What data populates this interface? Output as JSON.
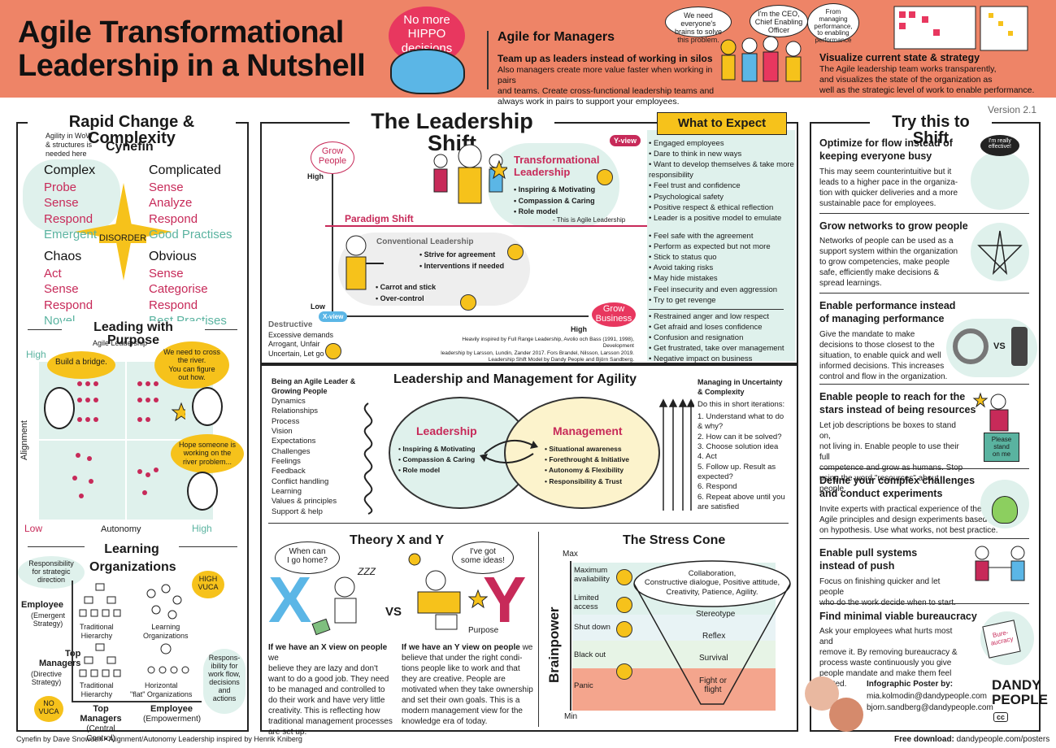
{
  "header": {
    "title": "Agile Transformational\nLeadership in a Nutshell",
    "hippo": "No more\nHIPPO\ndecisions",
    "managers_title": "Agile for Managers",
    "managers_sub": "Team up as leaders instead of working in silos",
    "managers_text": "Also managers create more value faster when working in pairs\nand teams. Create cross-functional leadership teams and\nalways work in pairs to support your employees.",
    "bubble1": "We need everyone's\nbrains to solve\nthis problem.",
    "bubble2": "I'm the CEO,\nChief Enabling\nOfficer",
    "bubble3": "From\nmanaging\nperformance,\nto enabling\nperformance",
    "visualize_title": "Visualize current state & strategy",
    "visualize_text": "The Agile leadership team works transparently,\nand visualizes the state of the organization as\nwell as the strategic level of work to enable performance.",
    "version": "Version 2.1"
  },
  "left": {
    "title": "Rapid Change & Complexity",
    "note": "Agility in WoW\n& structures is\nneeded here",
    "cynefin": "Cynefin",
    "complex": {
      "name": "Complex",
      "steps": [
        "Probe",
        "Sense",
        "Respond"
      ],
      "practice": "Emergent"
    },
    "complicated": {
      "name": "Complicated",
      "steps": [
        "Sense",
        "Analyze",
        "Respond"
      ],
      "practice": "Good Practises"
    },
    "chaos": {
      "name": "Chaos",
      "steps": [
        "Act",
        "Sense",
        "Respond"
      ],
      "practice": "Novel"
    },
    "obvious": {
      "name": "Obvious",
      "steps": [
        "Sense",
        "Categorise",
        "Respond"
      ],
      "practice": "Best Practises"
    },
    "disorder": "DISORDER",
    "purpose_title": "Leading with Purpose",
    "agile_leadership": "Agile Leadership",
    "high": "High",
    "low": "Low",
    "high2": "High",
    "alignment": "Alignment",
    "autonomy": "Autonomy",
    "build_bridge": "Build a bridge.",
    "cross_river": "We need to cross\nthe river.\nYou can figure\nout how.",
    "hope": "Hope someone is\nworking on the\nriver problem...",
    "learning_title": "Learning\nOrganizations",
    "resp_strategic": "Responsibility\nfor strategic\ndirection",
    "high_vuca": "HIGH\nVUCA",
    "employee": "Employee",
    "employee_sub": "(Emergent\nStrategy)",
    "top_managers": "Top\nManagers",
    "top_sub": "(Directive\nStrategy)",
    "trad1": "Traditional\nHierarchy",
    "learning_org": "Learning\nOrganizations",
    "trad2": "Traditional\nHierarchy",
    "horizontal": "Horizontal\n\"flat\" Organizations",
    "resp_flow": "Respons-\nibility for\nwork flow,\ndecisions\nand\nactions",
    "no_vuca": "NO\nVUCA",
    "top_axis": "Top Managers",
    "top_axis_sub": "(Central Control)",
    "emp_axis": "Employee",
    "emp_axis_sub": "(Empowerment)"
  },
  "shift": {
    "title": "The Leadership Shift",
    "grow_people": "Grow\nPeople",
    "grow_business": "Grow\nBusiness",
    "high": "High",
    "low": "Low",
    "high_x": "High",
    "yview": "Y-view",
    "xview": "X-view",
    "transformational": "Transformational\nLeadership",
    "t_items": [
      "Inspiring & Motivating",
      "Compassion & Caring",
      "Role model"
    ],
    "agile_note": "- This is Agile Leadership",
    "paradigm": "Paradigm Shift",
    "conventional": "Conventional Leadership",
    "c_items": [
      "Strive for agreement",
      "Interventions if needed"
    ],
    "c_items2": [
      "Carrot and stick",
      "Over-control"
    ],
    "destructive": "Destructive",
    "d_text": "Excessive demands\nArrogant, Unfair\nUncertain, Let go",
    "credit": "Heavily inspired by Full Range Leadership, Avolio och Bass (1991, 1998), Development\nleadership by Larsson, Lundin, Zander 2017. Fors Brandel, Nilsson, Larsson 2019.\nLeadership Shift Model by Dandy People and Björn Sandberg."
  },
  "expect": {
    "title": "What to Expect",
    "g1": [
      "Engaged employees",
      "Dare to think in new ways",
      "Want to develop themselves & take more responsibility",
      "Feel trust and confidence",
      "Psychological safety",
      "Positive respect & ethical reflection",
      "Leader is a positive model to emulate"
    ],
    "g2": [
      "Feel safe with the agreement",
      "Perform as expected but not more",
      "Stick to status quo",
      "Avoid taking risks",
      "May hide mistakes",
      "Feel insecurity and even aggression",
      "Try to get revenge"
    ],
    "g3": [
      "Restrained anger and low respect",
      "Get afraid and loses confidence",
      "Confusion and resignation",
      "Get frustrated, take over management",
      "Negative impact on business"
    ]
  },
  "lm": {
    "title": "Leadership and Management for Agility",
    "being_title": "Being an Agile Leader &\nGrowing People",
    "being": [
      "Dynamics",
      "Relationships\nProcess",
      "Vision",
      "Expectations",
      "Challenges",
      "Feelings",
      "Feedback",
      "Conflict handling",
      "Learning",
      "Values & principles",
      "Support & help"
    ],
    "leadership": "Leadership",
    "l_items": [
      "Inspiring & Motivating",
      "Compassion & Caring",
      "Role model"
    ],
    "management": "Management",
    "m_items": [
      "Situational awareness",
      "Forethrought & Initiative",
      "Autonomy & Flexibility",
      "Responsibility & Trust"
    ],
    "mu_title": "Managing in Uncertainty\n& Complexity",
    "mu_intro": "Do this in short iterations:",
    "mu_steps": [
      "1. Understand what to do\n& why?",
      "2. How can it be solved?",
      "3. Choose solution idea",
      "4. Act",
      "5. Follow up. Result as\nexpected?",
      "6. Respond",
      "6. Repeat above until you\nare satisfied"
    ]
  },
  "theory": {
    "title": "Theory X and Y",
    "when_home": "When can\nI go home?",
    "ideas": "I've got\nsome ideas!",
    "zzz": "ZZZ",
    "x": "X",
    "vs": "VS",
    "y": "Y",
    "purpose": "Purpose",
    "x_bold": "If we have an X view on people",
    "x_text": " we\nbelieve they are lazy and don't\nwant to do a good job. They need\nto be managed and controlled to\ndo their work and have very little\ncreativity. This is reflecting how\ntraditional management processes\nare set up.",
    "y_bold": "If we have an Y view on people",
    "y_text": " we\nbelieve that under the right condi-\ntions people like to work and that\nthey are creative. People are\nmotivated when they take ownership\nand set their own goals. This is a\nmodern management view for the\nknowledge era of today."
  },
  "cone": {
    "title": "The Stress Cone",
    "max": "Max",
    "min": "Min",
    "brainpower": "Brainpower",
    "levels": [
      "Maximum\navaliability",
      "Limited\naccess",
      "Shut down",
      "Black out",
      "Panic"
    ],
    "bands": [
      "Collaboration,\nConstructive dialogue, Positive attitude,\nCreativity, Patience, Agility.",
      "Stereotype",
      "Reflex",
      "Survival",
      "Fight or\nflight"
    ]
  },
  "try": {
    "title": "Try this to Shift",
    "items": [
      {
        "h": "Optimize for flow instead of\nkeeping everyone busy",
        "p": "This may seem counterintuitive but it\nleads to a higher pace in the organiza-\ntion with quicker deliveries and a more\nsustainable pace for employees.",
        "icon": "I'm really\neffective!"
      },
      {
        "h": "Grow networks to grow people",
        "p": "Networks of people can be used as a\nsupport system within the organization\nto grow competencies, make people\nsafe, efficiently make decisions &\nspread learnings.",
        "icon": ""
      },
      {
        "h": "Enable performance instead\nof managing performance",
        "p": "Give the mandate to make\ndecisions to those closest to the\nsituation, to enable quick and well\ninformed decisions. This increases\ncontrol and flow in the organization.",
        "icon": "VS"
      },
      {
        "h": "Enable people to reach for the\nstars instead of being resources",
        "p": "Let job descriptions be boxes to stand on,\nnot living in. Enable people to use their full\ncompetence and grow as humans. Stop\nusing the word \"resources\" about people.",
        "icon": "Please\nstand\non me"
      },
      {
        "h": "Define your complex challenges\nand conduct experiments",
        "p": "Invite experts with practical experience of the\nAgile principles and design experiments based\non hypothesis. Use what works, not best practice.",
        "icon": ""
      },
      {
        "h": "Enable pull systems\ninstead of push",
        "p": "Focus on finishing quicker and let people\nwho do the work decide when to start.",
        "icon": ""
      },
      {
        "h": "Find minimal viable bureaucracy",
        "p": "Ask your employees what hurts most and\nremove it. By removing bureaucracy &\nprocess waste continuously you give\npeople mandate and make them feel trusted.",
        "icon": "Bure-\naucracy"
      }
    ],
    "poster_by": "Infographic Poster by:",
    "email1": "mia.kolmodin@dandypeople.com",
    "email2": "bjorn.sandberg@dandypeople.com",
    "logo": "DANDY\nPEOPLE",
    "cc": "cc"
  },
  "footer": {
    "credit": "Cynefin by Dave Snowden  •  Alignment/Autonomy Leadership inspired by Henrik Kniberg",
    "download_label": "Free download:",
    "download_url": " dandypeople.com/posters"
  },
  "colors": {
    "header": "#ee8467",
    "pink": "#c72a59",
    "teal": "#5ab3a0",
    "yellow": "#f6c21b",
    "mint": "#dff1ec"
  }
}
